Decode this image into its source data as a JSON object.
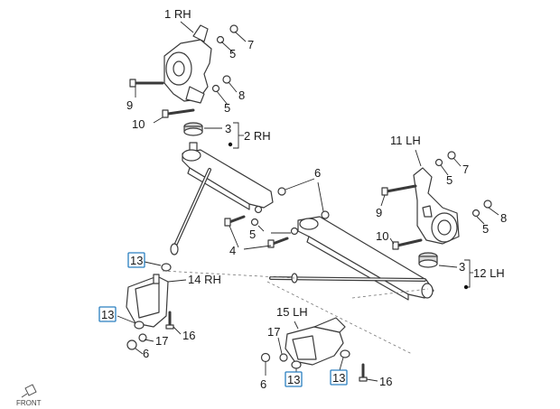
{
  "labels": {
    "knuckle_rh": "1 RH",
    "arm_rh": "2 RH",
    "arm_lh": "12 LH",
    "knuckle_lh": "11 LH",
    "bracket_rh": "14 RH",
    "bracket_lh": "15 LH",
    "bushing": "3",
    "washer": "4",
    "nut": "5",
    "bolt_6": "6",
    "stud_7": "7",
    "nut_8": "8",
    "bolt_9": "9",
    "bolt_10": "10",
    "nut_16": "16",
    "nut_17": "17",
    "clip": "13"
  },
  "front_label": "FRONT",
  "colors": {
    "highlight_box": "#2a7fc0",
    "line": "#3a3a3a"
  },
  "icons": {
    "front_arrow": "front-direction-icon"
  }
}
